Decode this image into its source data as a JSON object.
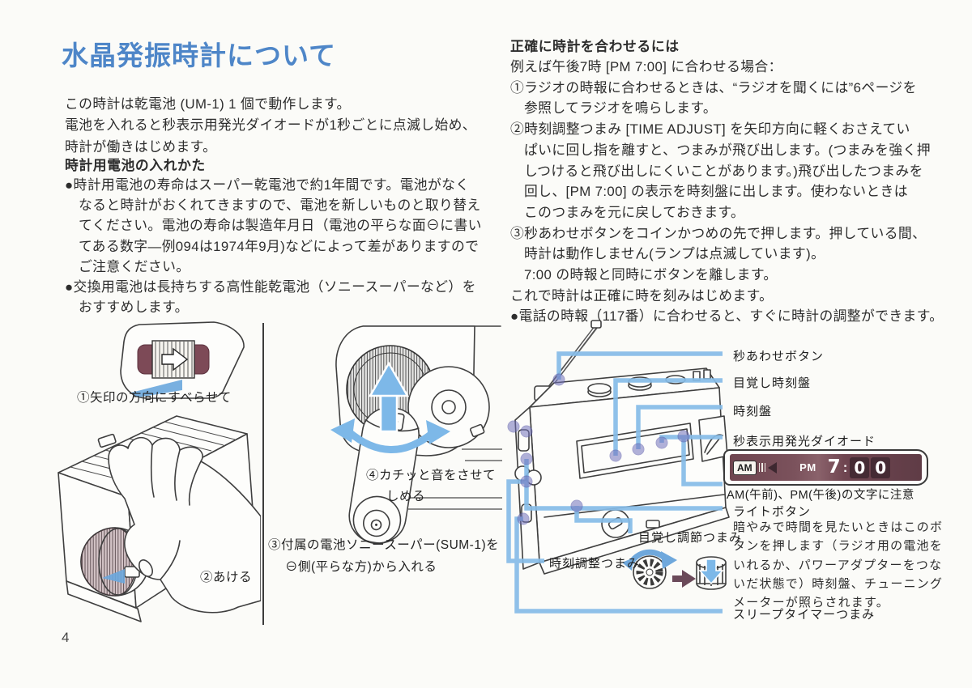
{
  "page": {
    "number": "4"
  },
  "title": "水晶発振時計について",
  "colors": {
    "title_blue": "#4e86c8",
    "callout_blue": "#86bce8",
    "maroon": "#7d4a57",
    "display_band": "#6f4550"
  },
  "left_column": {
    "intro_lines": [
      "この時計は乾電池 (UM-1) 1 個で動作します。",
      "電池を入れると秒表示用発光ダイオードが1秒ごとに点滅し始め、",
      "時計が働きはじめます。"
    ],
    "heading": "時計用電池の入れかた",
    "bullet_lines": [
      {
        "t": "●時計用電池の寿命はスーパー乾電池で約1年間です。電池がなく",
        "cls": ""
      },
      {
        "t": "なると時計がおくれてきますので、電池を新しいものと取り替え",
        "cls": "ind"
      },
      {
        "t": "てください。電池の寿命は製造年月日（電池の平らな面⊖に書い",
        "cls": "ind"
      },
      {
        "t": "てある数字—例094は1974年9月)などによって差がありますので",
        "cls": "ind"
      },
      {
        "t": "ご注意ください。",
        "cls": "ind"
      },
      {
        "t": "●交換用電池は長持ちする高性能乾電池（ソニースーパーなど）を",
        "cls": ""
      },
      {
        "t": "おすすめします。",
        "cls": "ind"
      }
    ]
  },
  "right_column": {
    "heading": "正確に時計を合わせるには",
    "lines": [
      {
        "t": "例えば午後7時 [PM 7:00] に合わせる場合：",
        "cls": ""
      },
      {
        "t": "①ラジオの時報に合わせるときは、“ラジオを聞くには”6ページを",
        "cls": ""
      },
      {
        "t": "参照してラジオを鳴らします。",
        "cls": "ind"
      },
      {
        "t": "②時刻調整つまみ [TIME ADJUST] を矢印方向に軽くおさえてい",
        "cls": ""
      },
      {
        "t": "ぱいに回し指を離すと、つまみが飛び出します。(つまみを強く押",
        "cls": "ind"
      },
      {
        "t": "しつけると飛び出しにくいことがあります。)飛び出したつまみを",
        "cls": "ind"
      },
      {
        "t": "回し、[PM 7:00] の表示を時刻盤に出します。使わないときは",
        "cls": "ind"
      },
      {
        "t": "このつまみを元に戻しておきます。",
        "cls": "ind"
      },
      {
        "t": "③秒あわせボタンをコインかつめの先で押します。押している間、",
        "cls": ""
      },
      {
        "t": "時計は動作しません(ランプは点滅しています)。",
        "cls": "ind"
      },
      {
        "t": "7:00 の時報と同時にボタンを離します。",
        "cls": "ind"
      },
      {
        "t": "これで時計は正確に時を刻みはじめます。",
        "cls": ""
      },
      {
        "t": "●電話の時報（117番）に合わせると、すぐに時計の調整ができます。",
        "cls": ""
      }
    ]
  },
  "figures": {
    "fig_cover": {
      "caption": "①矢印の方向にすべらせて"
    },
    "fig_hand": {
      "caption": "②あける"
    },
    "fig_battery": {
      "step4_line1": "④カチッと音をさせて",
      "step4_line2": "しめる",
      "step3_line1": "③付属の電池ソニースーパー(SUM-1)を",
      "step3_line2": "⊖側(平らな方)から入れる"
    },
    "fig_radio": {
      "callouts": [
        "秒あわせボタン",
        "目覚し時刻盤",
        "時刻盤",
        "秒表示用発光ダイオード"
      ],
      "display": {
        "am": "AM",
        "pm": "PM",
        "digit1": "7",
        "colon": ":",
        "digit2": "0",
        "digit3": "0"
      },
      "display_note": "AM(午前)、PM(午後)の文字に注意",
      "light_button_label": "ライトボタン",
      "light_button_desc": [
        "暗やみで時間を見たいときはこのボ",
        "タンを押します（ラジオ用の電池を",
        "いれるか、パワーアダプターをつな",
        "いだ状態で）時刻盤、チューニング",
        "メーターが照らされます。"
      ],
      "alarm_adjust_label": "目覚し調節つまみ",
      "time_adjust_label": "時刻調整つまみ",
      "sleep_label": "スリープタイマーつまみ"
    }
  }
}
